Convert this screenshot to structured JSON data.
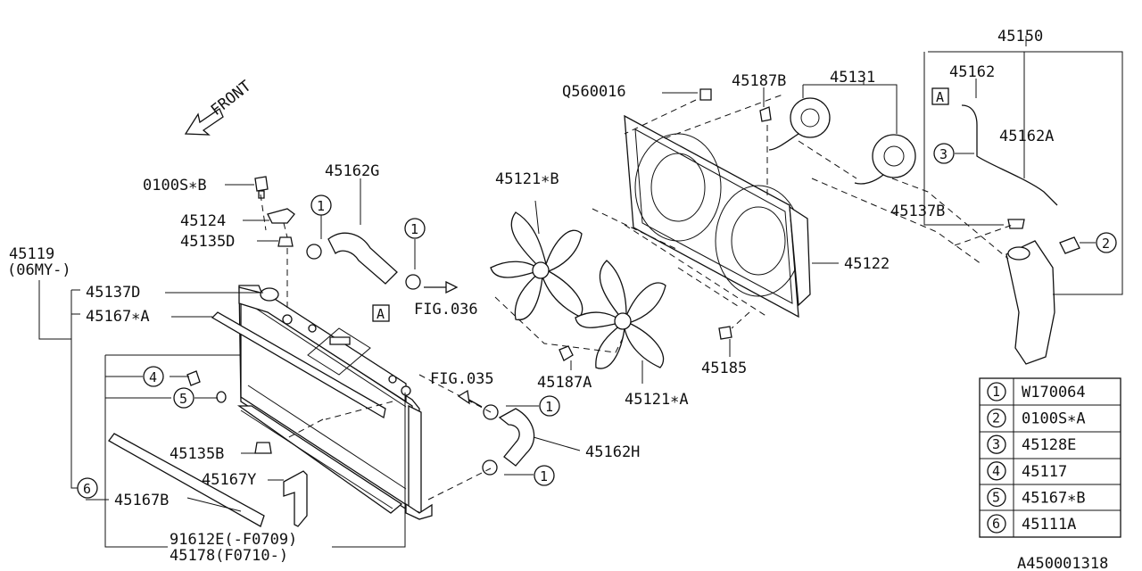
{
  "diagram": {
    "front_label": "FRONT",
    "fig_refs": {
      "fig036": "FIG.036",
      "fig035": "FIG.035"
    },
    "box_a": "A",
    "part_labels": {
      "p45150": "45150",
      "p45162": "45162",
      "p45162A": "45162A",
      "p45131": "45131",
      "p45187B": "45187B",
      "q560016": "Q560016",
      "p45137B": "45137B",
      "p45122": "45122",
      "p45121B": "45121∗B",
      "p45121A": "45121∗A",
      "p45185": "45185",
      "p45187A": "45187A",
      "p45162G": "45162G",
      "p45162H": "45162H",
      "p0100SB": "0100S∗B",
      "p45124": "45124",
      "p45135D": "45135D",
      "p45119": "45119",
      "p06my": "(06MY-)",
      "p45137D": "45137D",
      "p45167A": "45167∗A",
      "p45135B": "45135B",
      "p45167Y": "45167Y",
      "p45167B": "45167B",
      "p91612E": "91612E(-F0709)",
      "p45178": "45178(F0710-)"
    },
    "callouts": {
      "c1": "1",
      "c2": "2",
      "c3": "3",
      "c4": "4",
      "c5": "5",
      "c6": "6"
    },
    "legend": [
      {
        "num": "1",
        "part": "W170064"
      },
      {
        "num": "2",
        "part": "0100S∗A"
      },
      {
        "num": "3",
        "part": "45128E"
      },
      {
        "num": "4",
        "part": "45117"
      },
      {
        "num": "5",
        "part": "45167∗B"
      },
      {
        "num": "6",
        "part": "45111A"
      }
    ],
    "drawing_id": "A450001318"
  }
}
